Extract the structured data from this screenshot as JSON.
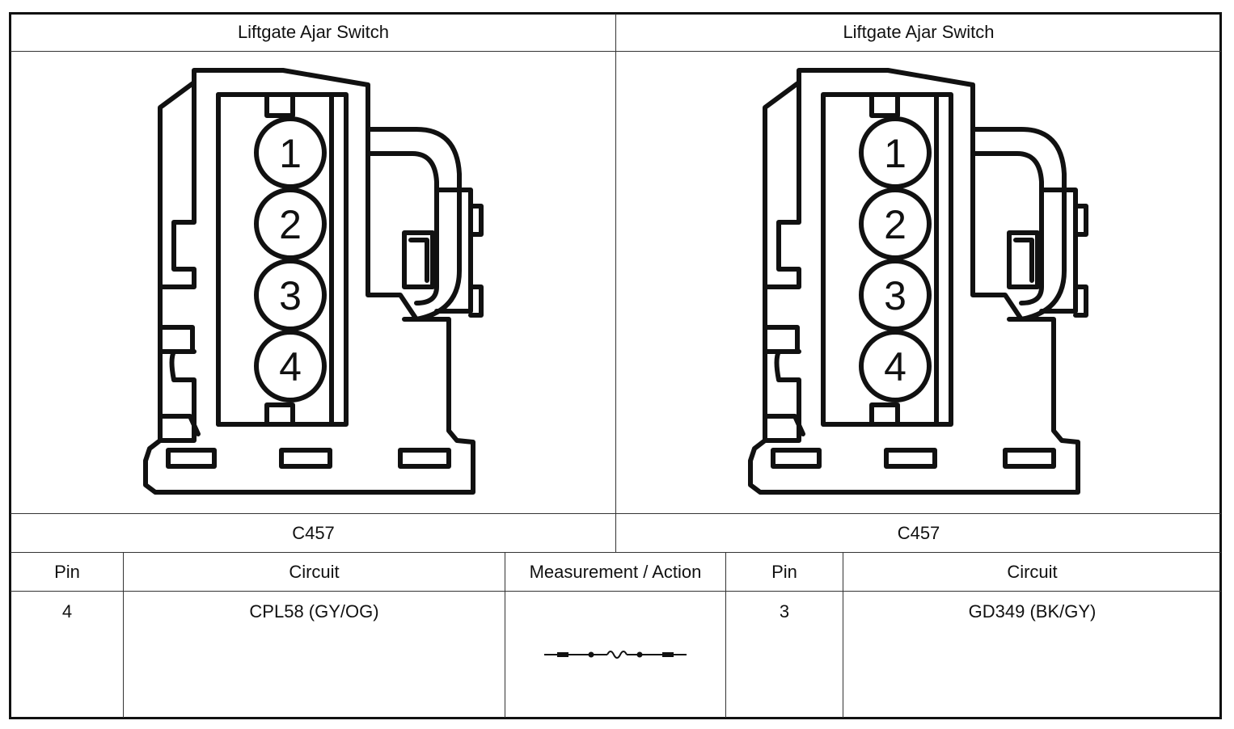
{
  "left_panel": {
    "title": "Liftgate Ajar Switch",
    "connector": "C457",
    "pins": [
      "1",
      "2",
      "3",
      "4"
    ]
  },
  "right_panel": {
    "title": "Liftgate Ajar Switch",
    "connector": "C457",
    "pins": [
      "1",
      "2",
      "3",
      "4"
    ]
  },
  "table": {
    "headers": {
      "pin_a": "Pin",
      "circuit_a": "Circuit",
      "measurement": "Measurement / Action",
      "pin_b": "Pin",
      "circuit_b": "Circuit"
    },
    "row": {
      "pin_a": "4",
      "circuit_a": "CPL58 (GY/OG)",
      "measurement_icon": "resistance-measurement-icon",
      "pin_b": "3",
      "circuit_b": "GD349 (BK/GY)"
    }
  }
}
